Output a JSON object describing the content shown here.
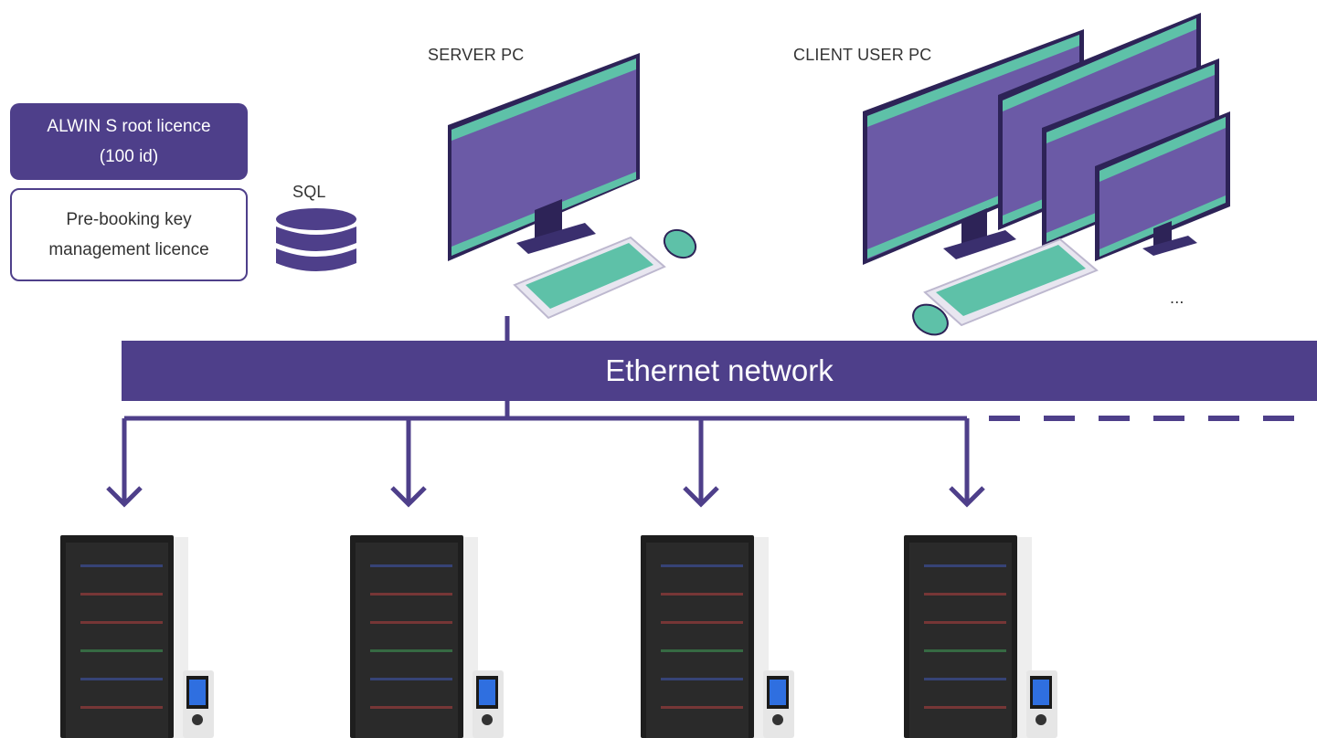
{
  "licences": {
    "root_licence": "ALWIN S root licence\n(100 id)",
    "root_line1": "ALWIN S root licence",
    "root_line2": "(100 id)",
    "prebooking_line1": "Pre-booking key",
    "prebooking_line2": "management licence"
  },
  "database": {
    "label": "SQL",
    "icon": "database-icon"
  },
  "server": {
    "label": "SERVER PC",
    "icon": "desktop-computer-icon"
  },
  "clients": {
    "label": "CLIENT USER PC",
    "more": "...",
    "icon": "desktop-computer-icon"
  },
  "network": {
    "label": "Ethernet network"
  },
  "cabinets": {
    "count": 4,
    "icon": "key-cabinet-icon"
  },
  "colors": {
    "purple": "#4e3f8a",
    "screen": "#6b5aa6",
    "teal": "#5ec1a8",
    "cabinet_body": "#1e1e1e",
    "cabinet_side": "#eeeeee"
  }
}
